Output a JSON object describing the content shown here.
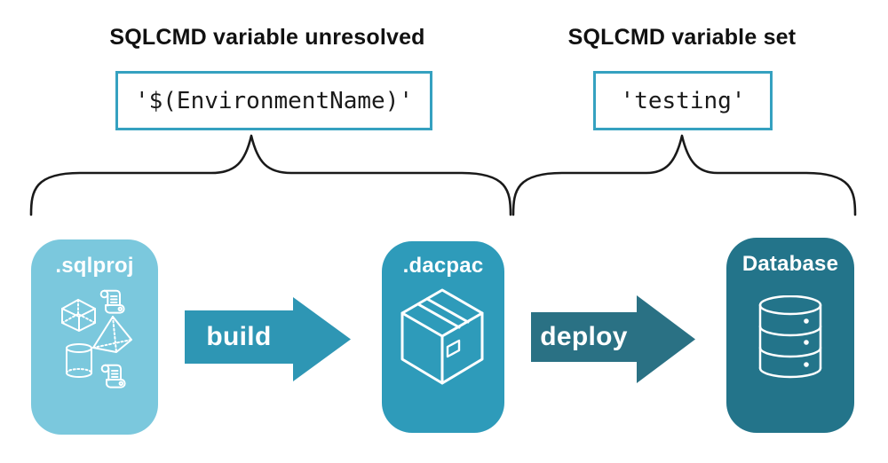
{
  "annotations": {
    "left": {
      "heading": "SQLCMD variable unresolved",
      "code": "'$(EnvironmentName)'"
    },
    "right": {
      "heading": "SQLCMD variable set",
      "code": "'testing'"
    }
  },
  "pipeline": {
    "stages": [
      {
        "label": ".sqlproj",
        "icon": "sql-objects-icon",
        "color": "#7BC8DD"
      },
      {
        "label": ".dacpac",
        "icon": "package-box-icon",
        "color": "#2E9BBA"
      },
      {
        "label": "Database",
        "icon": "database-cylinder-icon",
        "color": "#23748A"
      }
    ],
    "arrows": [
      {
        "label": "build",
        "color": "#2E96B4"
      },
      {
        "label": "deploy",
        "color": "#2A7184"
      }
    ]
  },
  "colors": {
    "background": "#FFFFFF",
    "code_box_border": "#35A1C0",
    "brace_stroke": "#1A1A1A",
    "heading_text": "#111111",
    "code_text": "#1A1A1A",
    "stage_label_text": "#FFFFFF",
    "arrow_label_text": "#FFFFFF",
    "icon_stroke": "#FFFFFF"
  }
}
